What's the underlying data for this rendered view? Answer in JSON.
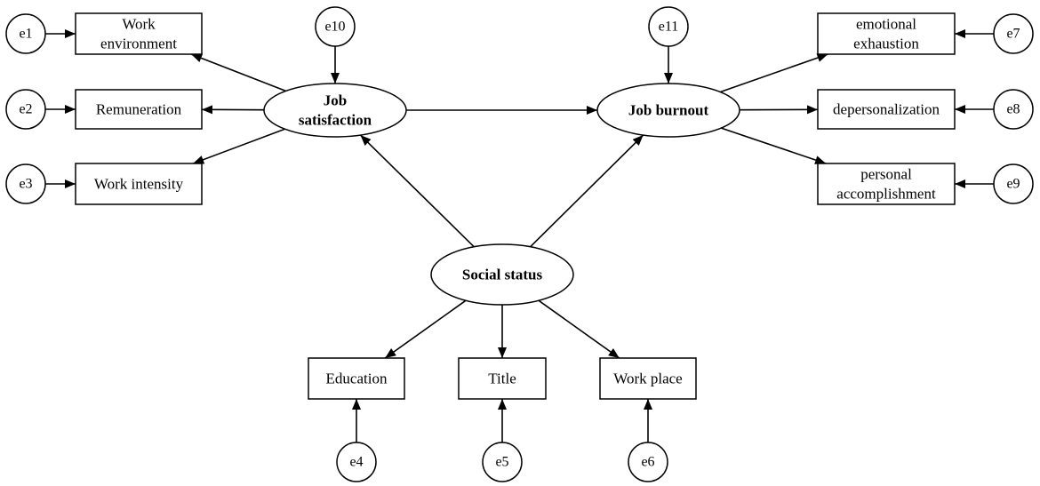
{
  "latent": {
    "job_satisfaction": [
      "Job",
      "satisfaction"
    ],
    "job_burnout": [
      "Job burnout"
    ],
    "social_status": [
      "Social status"
    ]
  },
  "observed": {
    "work_environment": [
      "Work",
      "environment"
    ],
    "remuneration": [
      "Remuneration"
    ],
    "work_intensity": [
      "Work intensity"
    ],
    "emotional_exhaustion": [
      "emotional",
      "exhaustion"
    ],
    "depersonalization": [
      "depersonalization"
    ],
    "personal_accomplishment": [
      "personal",
      "accomplishment"
    ],
    "education": [
      "Education"
    ],
    "title": [
      "Title"
    ],
    "work_place": [
      "Work place"
    ]
  },
  "errors": {
    "e1": "e1",
    "e2": "e2",
    "e3": "e3",
    "e4": "e4",
    "e5": "e5",
    "e6": "e6",
    "e7": "e7",
    "e8": "e8",
    "e9": "e9",
    "e10": "e10",
    "e11": "e11"
  },
  "paths": [
    {
      "from": "job_satisfaction",
      "to": "job_burnout"
    },
    {
      "from": "social_status",
      "to": "job_satisfaction"
    },
    {
      "from": "social_status",
      "to": "job_burnout"
    },
    {
      "from": "job_satisfaction",
      "to": "work_environment"
    },
    {
      "from": "job_satisfaction",
      "to": "remuneration"
    },
    {
      "from": "job_satisfaction",
      "to": "work_intensity"
    },
    {
      "from": "job_burnout",
      "to": "emotional_exhaustion"
    },
    {
      "from": "job_burnout",
      "to": "depersonalization"
    },
    {
      "from": "job_burnout",
      "to": "personal_accomplishment"
    },
    {
      "from": "social_status",
      "to": "education"
    },
    {
      "from": "social_status",
      "to": "title"
    },
    {
      "from": "social_status",
      "to": "work_place"
    },
    {
      "from": "e1",
      "to": "work_environment"
    },
    {
      "from": "e2",
      "to": "remuneration"
    },
    {
      "from": "e3",
      "to": "work_intensity"
    },
    {
      "from": "e7",
      "to": "emotional_exhaustion"
    },
    {
      "from": "e8",
      "to": "depersonalization"
    },
    {
      "from": "e9",
      "to": "personal_accomplishment"
    },
    {
      "from": "e4",
      "to": "education"
    },
    {
      "from": "e5",
      "to": "title"
    },
    {
      "from": "e6",
      "to": "work_place"
    },
    {
      "from": "e10",
      "to": "job_satisfaction"
    },
    {
      "from": "e11",
      "to": "job_burnout"
    }
  ]
}
